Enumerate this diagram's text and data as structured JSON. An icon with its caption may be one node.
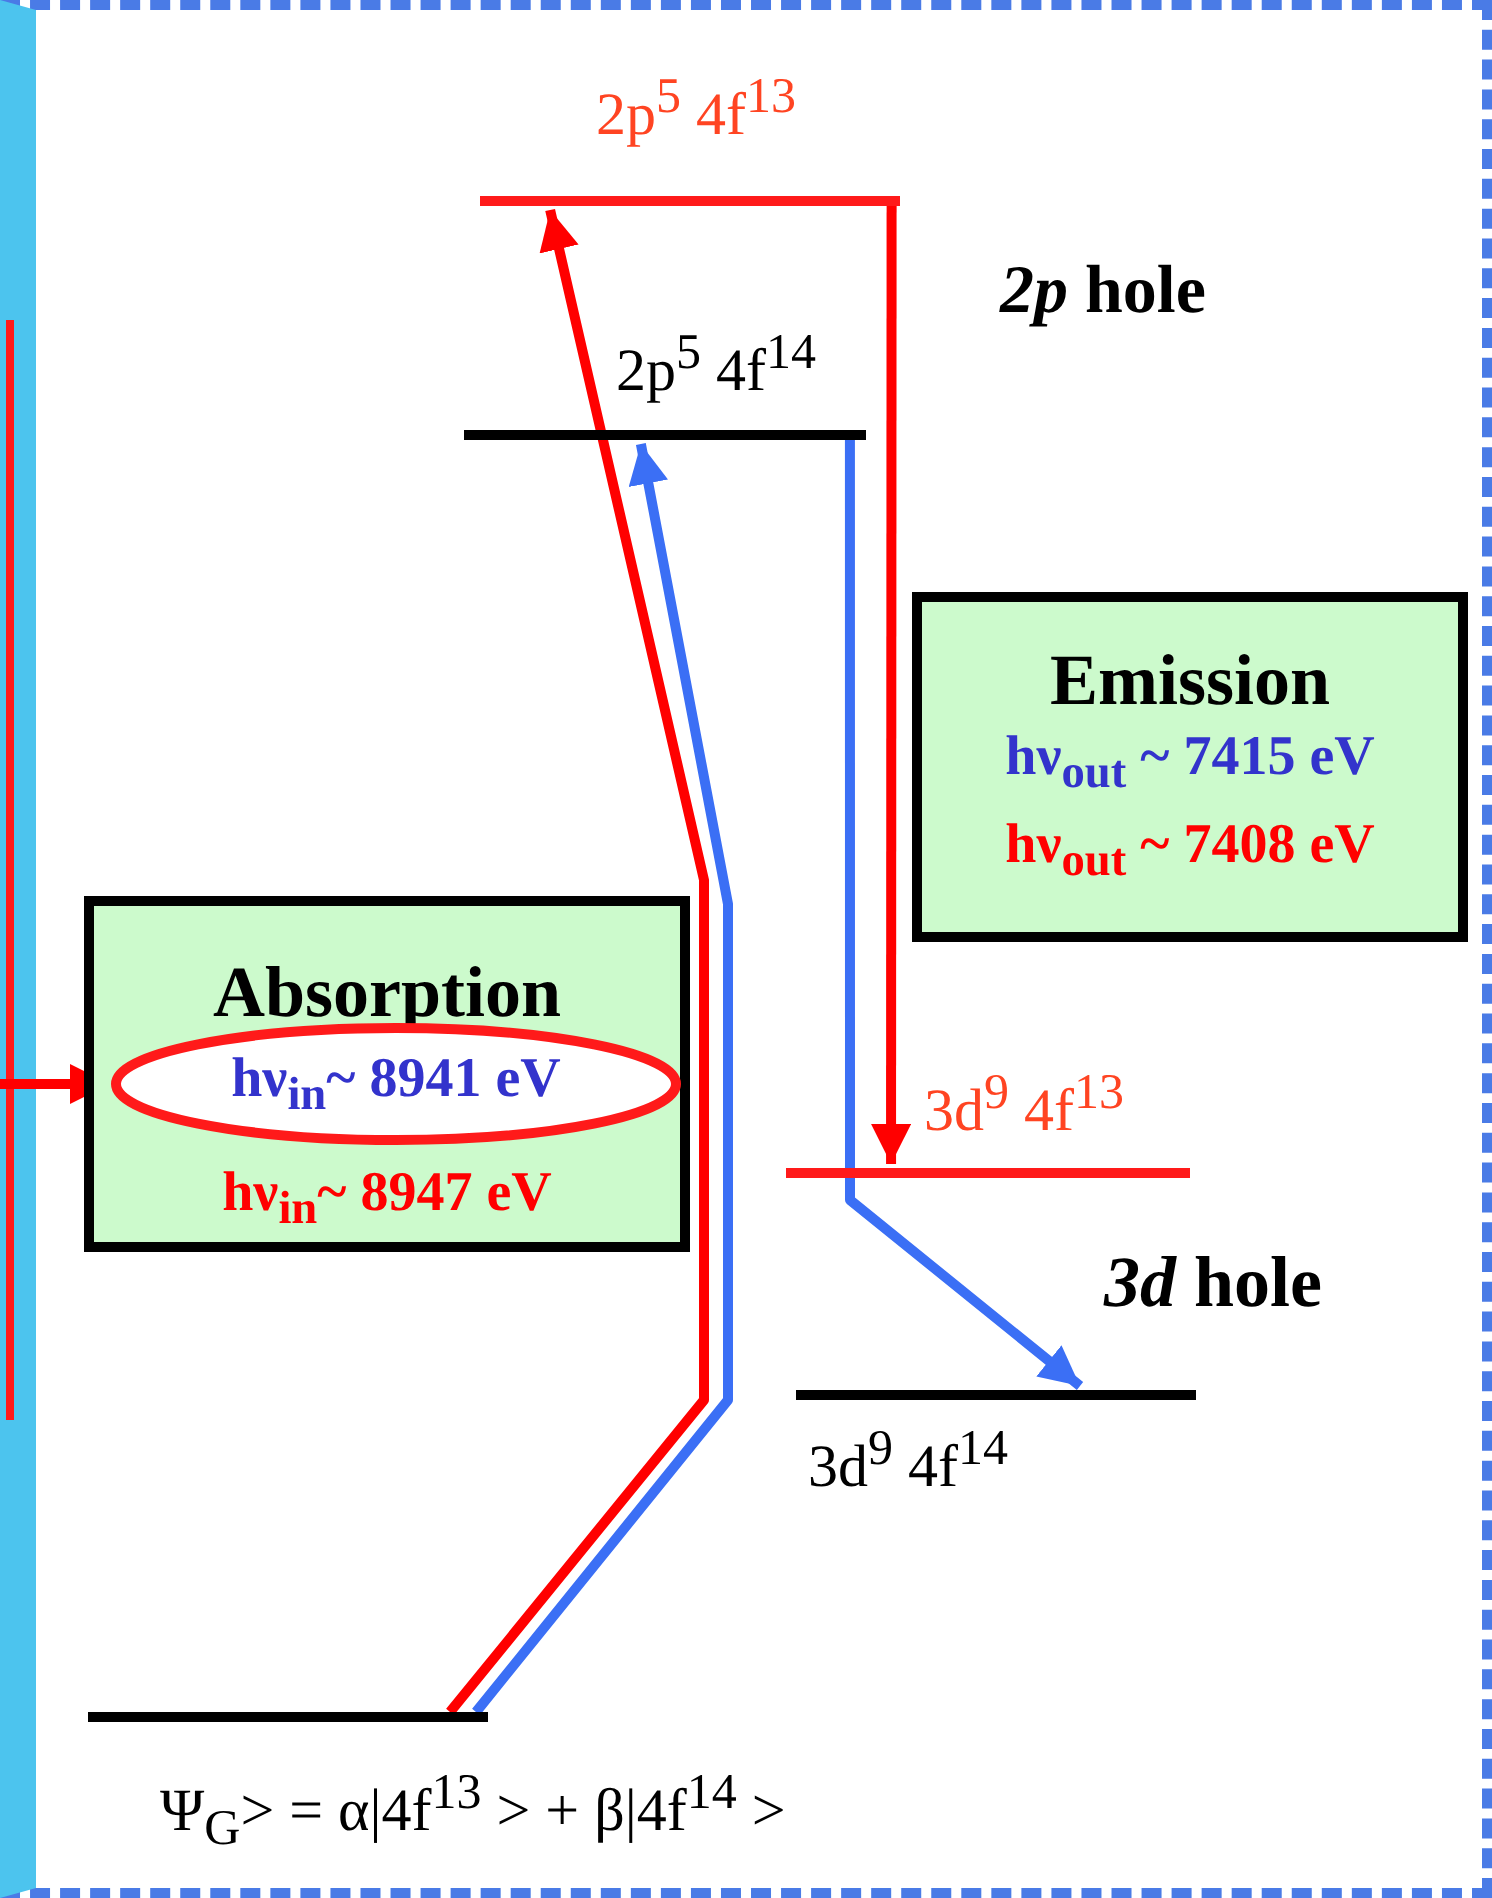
{
  "diagram": {
    "nodes": [
      {
        "text": [],
        "shape": "bar",
        "beside": [
          "2p$^{5}$ 4f$^{13}$"
        ]
      },
      {
        "text": [],
        "shape": "bar",
        "beside": [
          "2p$^{5}$ 4f$^{14}$"
        ]
      },
      {
        "text": [
          "Emission",
          "hν$_{out}$ ~ 7415 eV",
          "hν$_{out}$ ~ 7408 eV"
        ]
      },
      {
        "text": [
          "Absorption",
          "hν$_{in}$~ 8947 eV"
        ]
      },
      {
        "text": [
          "hν$_{in}$~ 8941 eV"
        ],
        "in": 3
      },
      {
        "text": [],
        "shape": "bar",
        "beside": [
          "3d$^{9}$ 4f$^{13}$"
        ]
      },
      {
        "text": [],
        "shape": "bar",
        "beside": [
          "3d$^{9}$ 4f$^{14}$"
        ]
      },
      {
        "text": [],
        "shape": "bar",
        "beside": [
          "Ψ$_{G}$> = α|4f$^{13}$ > + β|4f$^{14}$ >"
        ]
      }
    ],
    "edges": [
      {
        "from": 7,
        "to": 0,
        "arrow": "to",
        "color": "#ff0000"
      },
      {
        "from": 7,
        "to": 1,
        "arrow": "to",
        "color": "#3b6ff5"
      },
      {
        "from": 0,
        "to": 5,
        "arrow": "to",
        "color": "#ff0000"
      },
      {
        "from": 1,
        "to": 6,
        "arrow": "to",
        "color": "#3b6ff5"
      },
      {
        "from": null,
        "to": 4,
        "arrow": "to",
        "color": "#ff0000"
      }
    ],
    "labels": [
      "*2p* hole",
      "*3d* hole"
    ]
  }
}
